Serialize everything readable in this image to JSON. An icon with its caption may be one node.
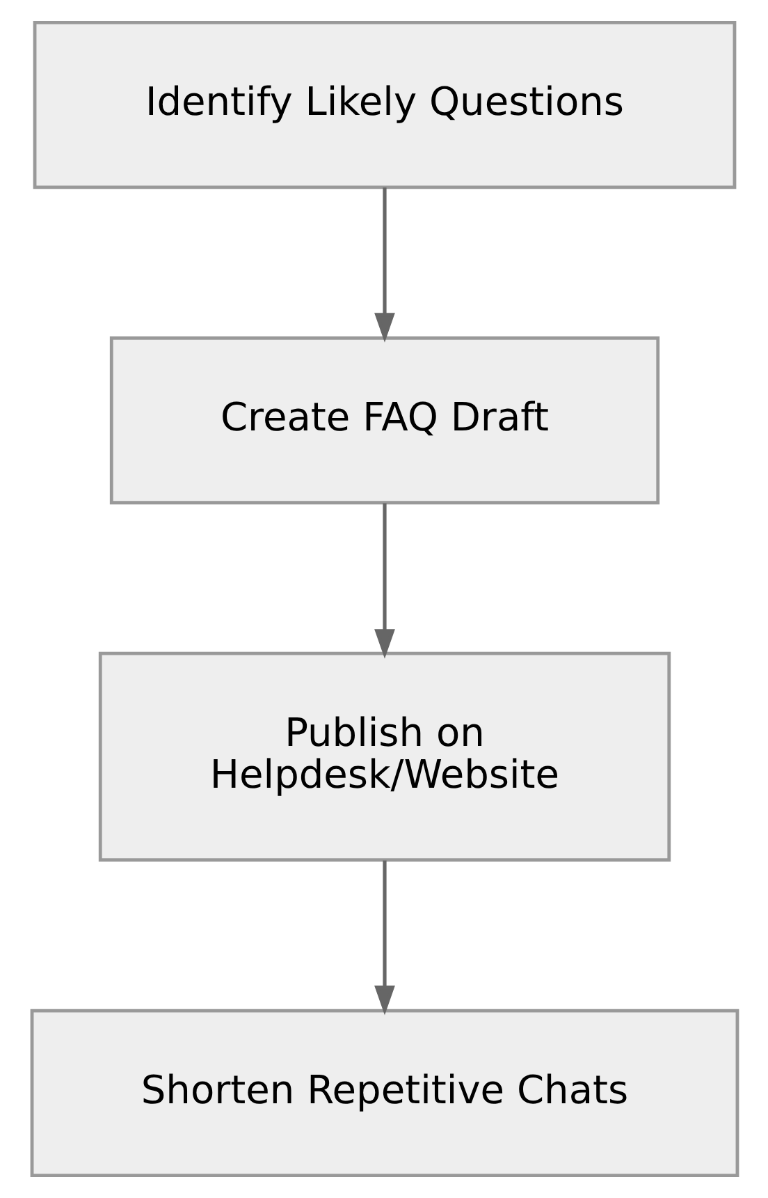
{
  "diagram": {
    "nodes": [
      {
        "text": [
          "Identify Likely Questions"
        ]
      },
      {
        "text": [
          "Create FAQ Draft"
        ]
      },
      {
        "text": [
          "Publish on Helpdesk/Website"
        ]
      },
      {
        "text": [
          "Shorten Repetitive Chats"
        ]
      }
    ],
    "edges": [
      {
        "from": 0,
        "to": 1,
        "arrow": "to"
      },
      {
        "from": 1,
        "to": 2,
        "arrow": "to"
      },
      {
        "from": 2,
        "to": 3,
        "arrow": "to"
      }
    ]
  }
}
